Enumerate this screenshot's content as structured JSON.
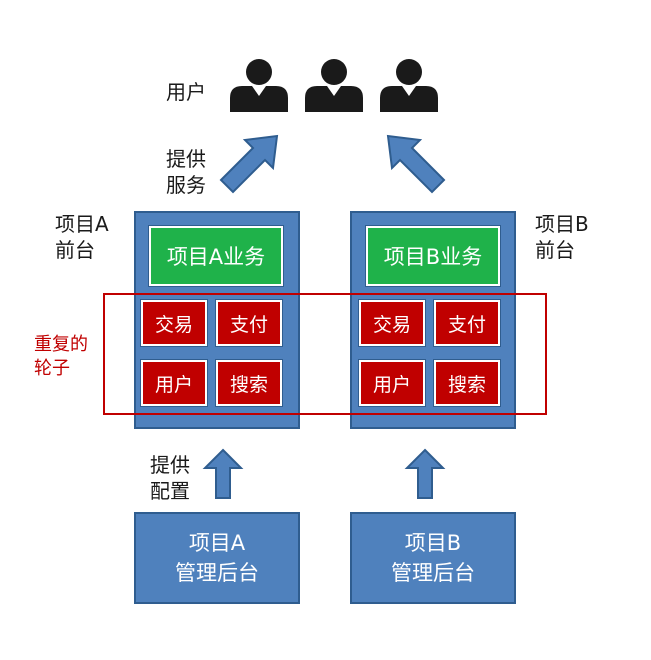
{
  "users": {
    "label": "用户",
    "icons": [
      "user-icon",
      "user-icon",
      "user-icon"
    ]
  },
  "provide_service": {
    "line1": "提供",
    "line2": "服务"
  },
  "project_a_front": {
    "line1": "项目A",
    "line2": "前台"
  },
  "project_b_front": {
    "line1": "项目B",
    "line2": "前台"
  },
  "project_a_business": "项目A业务",
  "project_b_business": "项目B业务",
  "duplicate_wheels": {
    "line1": "重复的",
    "line2": "轮子"
  },
  "modules_a": {
    "trade": "交易",
    "pay": "支付",
    "user": "用户",
    "search": "搜索"
  },
  "modules_b": {
    "trade": "交易",
    "pay": "支付",
    "user": "用户",
    "search": "搜索"
  },
  "provide_config": {
    "line1": "提供",
    "line2": "配置"
  },
  "project_a_admin": {
    "line1": "项目A",
    "line2": "管理后台"
  },
  "project_b_admin": {
    "line1": "项目B",
    "line2": "管理后台"
  },
  "colors": {
    "blue": "#4f81bd",
    "green": "#1fb24a",
    "red": "#c00000",
    "dark": "#1a1a1a"
  }
}
